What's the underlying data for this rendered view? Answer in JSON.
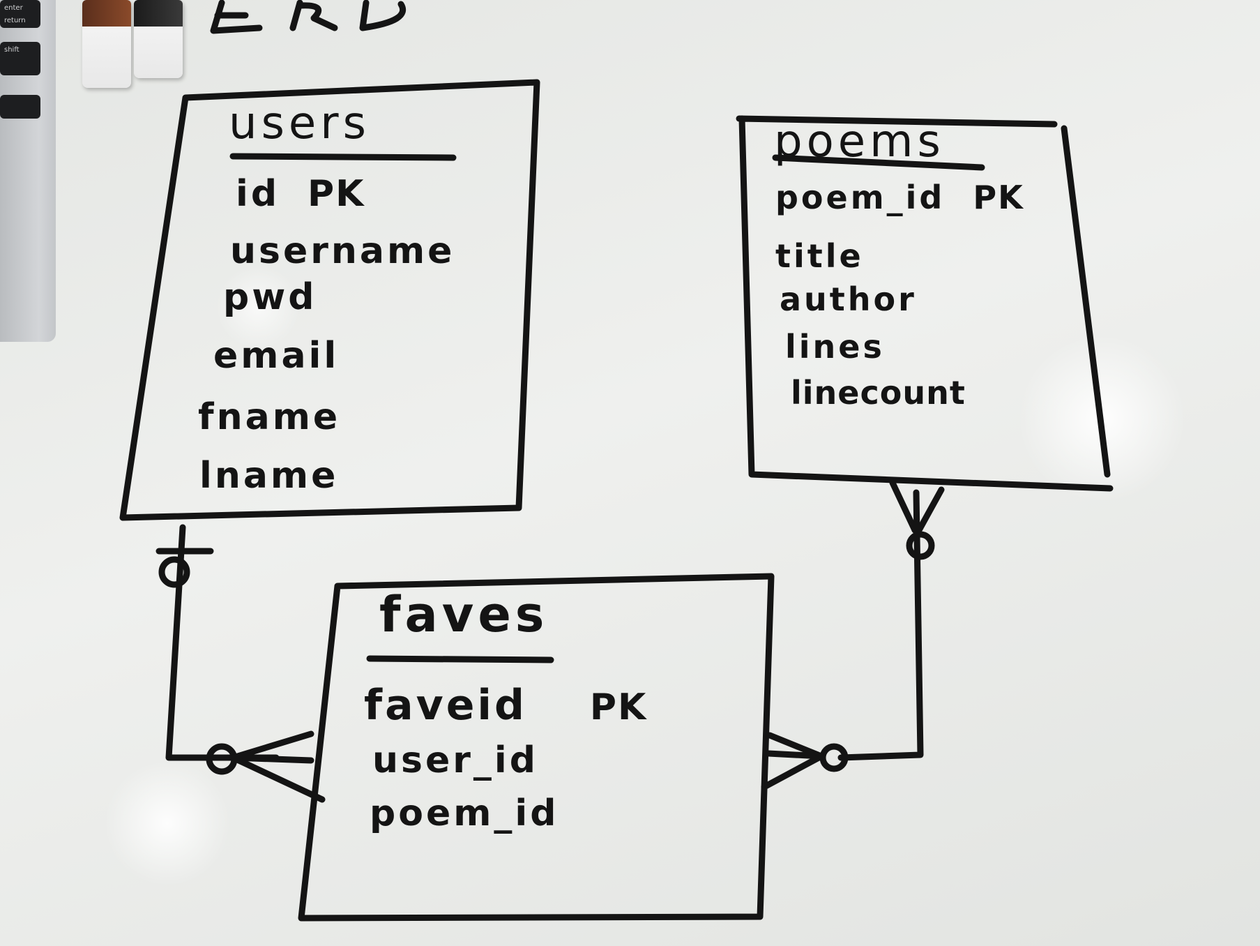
{
  "heading": "ERD",
  "laptop": {
    "keys": [
      "enter",
      "return",
      "shift"
    ]
  },
  "entities": {
    "users": {
      "title": "users",
      "fields": [
        "id",
        "username",
        "pwd",
        "email",
        "fname",
        "lname"
      ],
      "pk_marker": "PK"
    },
    "poems": {
      "title": "poems",
      "fields": [
        "poem_id",
        "title",
        "author",
        "lines",
        "linecount"
      ],
      "pk_marker": "PK"
    },
    "faves": {
      "title": "faves",
      "fields": [
        "faveid",
        "user_id",
        "poem_id"
      ],
      "pk_marker": "PK"
    }
  },
  "relationships": [
    {
      "from": "users",
      "from_cardinality": "zero-or-one",
      "to": "faves",
      "to_cardinality": "zero-or-many"
    },
    {
      "from": "poems",
      "from_cardinality": "zero-or-many",
      "to": "faves",
      "to_cardinality": "zero-or-many"
    }
  ],
  "colors": {
    "ink": "#141414",
    "board": "#ecedea"
  }
}
